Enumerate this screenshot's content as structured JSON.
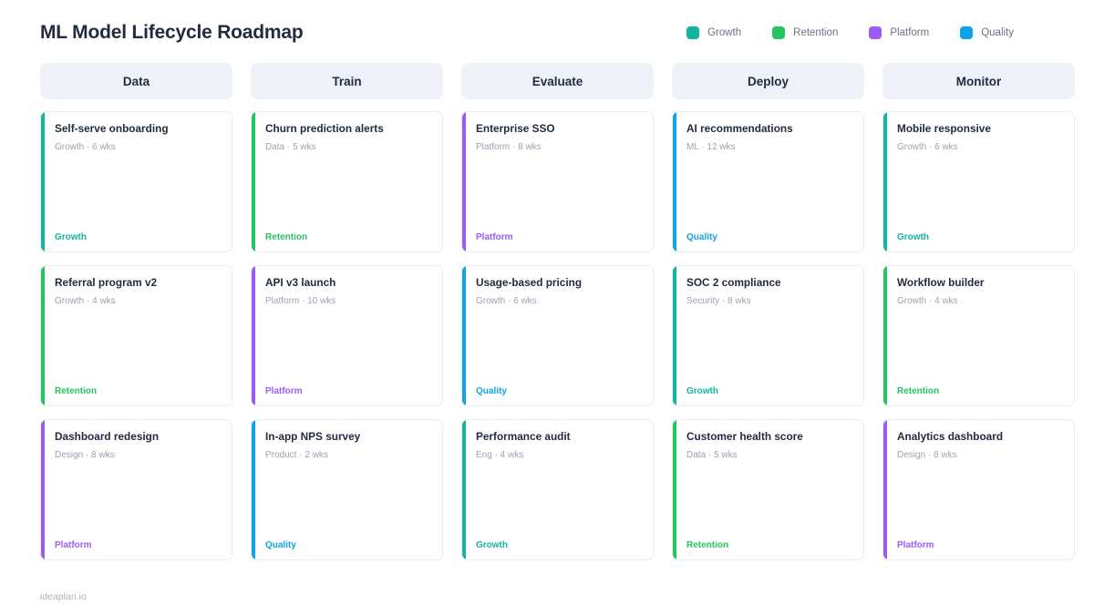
{
  "header": {
    "title": "ML Model Lifecycle Roadmap"
  },
  "legend": {
    "items": [
      {
        "label": "Growth",
        "color": "#12b5a0"
      },
      {
        "label": "Retention",
        "color": "#22c55e"
      },
      {
        "label": "Platform",
        "color": "#9b5cf6"
      },
      {
        "label": "Quality",
        "color": "#0fa3e8"
      }
    ]
  },
  "palette": {
    "growth": "#12b5a0",
    "retention": "#22c55e",
    "platform": "#9b5cf6",
    "quality": "#0fa3e8",
    "header_bg": "#eef1f7",
    "text": "#232b41",
    "muted": "#9aa2b1"
  },
  "board": {
    "columns": [
      {
        "title": "Data",
        "cards": [
          {
            "title": "Self-serve onboarding",
            "meta": "Growth · 6 wks",
            "tag": "Growth",
            "color": "#12b5a0"
          },
          {
            "title": "Referral program v2",
            "meta": "Growth · 4 wks",
            "tag": "Retention",
            "color": "#22c55e"
          },
          {
            "title": "Dashboard redesign",
            "meta": "Design · 8 wks",
            "tag": "Platform",
            "color": "#9b5cf6"
          }
        ]
      },
      {
        "title": "Train",
        "cards": [
          {
            "title": "Churn prediction alerts",
            "meta": "Data · 5 wks",
            "tag": "Retention",
            "color": "#22c55e"
          },
          {
            "title": "API v3 launch",
            "meta": "Platform · 10 wks",
            "tag": "Platform",
            "color": "#9b5cf6"
          },
          {
            "title": "In-app NPS survey",
            "meta": "Product · 2 wks",
            "tag": "Quality",
            "color": "#0fa3e8"
          }
        ]
      },
      {
        "title": "Evaluate",
        "cards": [
          {
            "title": "Enterprise SSO",
            "meta": "Platform · 8 wks",
            "tag": "Platform",
            "color": "#9b5cf6"
          },
          {
            "title": "Usage-based pricing",
            "meta": "Growth · 6 wks",
            "tag": "Quality",
            "color": "#0fa3e8"
          },
          {
            "title": "Performance audit",
            "meta": "Eng · 4 wks",
            "tag": "Growth",
            "color": "#12b5a0"
          }
        ]
      },
      {
        "title": "Deploy",
        "cards": [
          {
            "title": "AI recommendations",
            "meta": "ML · 12 wks",
            "tag": "Quality",
            "color": "#0fa3e8"
          },
          {
            "title": "SOC 2 compliance",
            "meta": "Security · 8 wks",
            "tag": "Growth",
            "color": "#12b5a0"
          },
          {
            "title": "Customer health score",
            "meta": "Data · 5 wks",
            "tag": "Retention",
            "color": "#22c55e"
          }
        ]
      },
      {
        "title": "Monitor",
        "cards": [
          {
            "title": "Mobile responsive",
            "meta": "Growth · 6 wks",
            "tag": "Growth",
            "color": "#12b5a0"
          },
          {
            "title": "Workflow builder",
            "meta": "Growth · 4 wks",
            "tag": "Retention",
            "color": "#22c55e"
          },
          {
            "title": "Analytics dashboard",
            "meta": "Design · 8 wks",
            "tag": "Platform",
            "color": "#9b5cf6"
          }
        ]
      }
    ]
  },
  "footer": {
    "brand": "ideaplan.io"
  }
}
